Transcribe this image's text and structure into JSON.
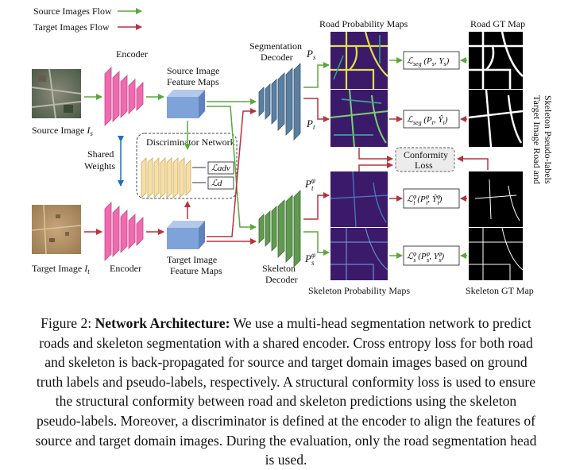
{
  "figure": {
    "legend": {
      "source_flow": "Source Images Flow",
      "target_flow": "Target Images Flow"
    },
    "encoder_top_label": "Encoder",
    "encoder_bottom_label": "Encoder",
    "source_image_label": "Source Image",
    "source_image_sym": "I",
    "source_image_sub": "s",
    "target_image_label": "Target Image",
    "target_image_sym": "I",
    "target_image_sub": "t",
    "shared_weights_line1": "Shared",
    "shared_weights_line2": "Weights",
    "source_feature_line1": "Source Image",
    "source_feature_line2": "Feature Maps",
    "target_feature_line1": "Target Image",
    "target_feature_line2": "Feature Maps",
    "discriminator_label": "Discriminator Network",
    "loss_adv": "ℒadv",
    "loss_d": "ℒd",
    "seg_decoder_line1": "Segmentation",
    "seg_decoder_line2": "Decoder",
    "skel_decoder_line1": "Skeleton",
    "skel_decoder_line2": "Decoder",
    "road_prob_label": "Road Probability Maps",
    "skel_prob_label": "Skeleton Probability Maps",
    "road_gt_label": "Road GT Map",
    "skel_gt_label": "Skeleton GT Map",
    "ps_label": "Ps",
    "pt_label": "Pt",
    "pt_phi_label": "Ptφ",
    "ps_phi_label": "Psφ",
    "loss_seg_source": "ℒseg (Ps, Ys)",
    "loss_seg_target": "ℒseg (Pt, Ŷt)",
    "conformity_line1": "Conformity",
    "conformity_line2": "Loss",
    "loss_skel_target": "ℒtφ (Ptφ, Ŷtφ)",
    "loss_skel_source": "ℒsφ (Psφ, Ysφ)",
    "vertical_label_line1": "Target Image Road and",
    "vertical_label_line2": "Skeleton Pseudo-labels"
  },
  "caption": {
    "prefix": "Figure 2: ",
    "bold": "Network Architecture:",
    "text": " We use a multi-head segmentation network to predict roads and skeleton segmentation with a shared encoder. Cross entropy loss for both road and skeleton is back-propagated for source and target domain images based on ground truth labels and pseudo-labels, respectively. A structural conformity loss is used to ensure the structural conformity between road and skeleton predictions using the skeleton pseudo-labels. Moreover, a discriminator is defined at the encoder to align the features of source and target domain images. During the evaluation, only the road segmentation head is used."
  },
  "colors": {
    "source_arrow": "#5aa83c",
    "target_arrow": "#b8323c",
    "encoder": "#f06ab0",
    "seg_decoder": "#5a7fa0",
    "skel_decoder": "#5f9a50",
    "feature_map": "#7fa2d8",
    "discriminator": "#f6dfa6",
    "shared_arrow": "#1f6fb8",
    "prob_map_bg": "#3c1a6a",
    "prob_road": "#e2e14a"
  }
}
